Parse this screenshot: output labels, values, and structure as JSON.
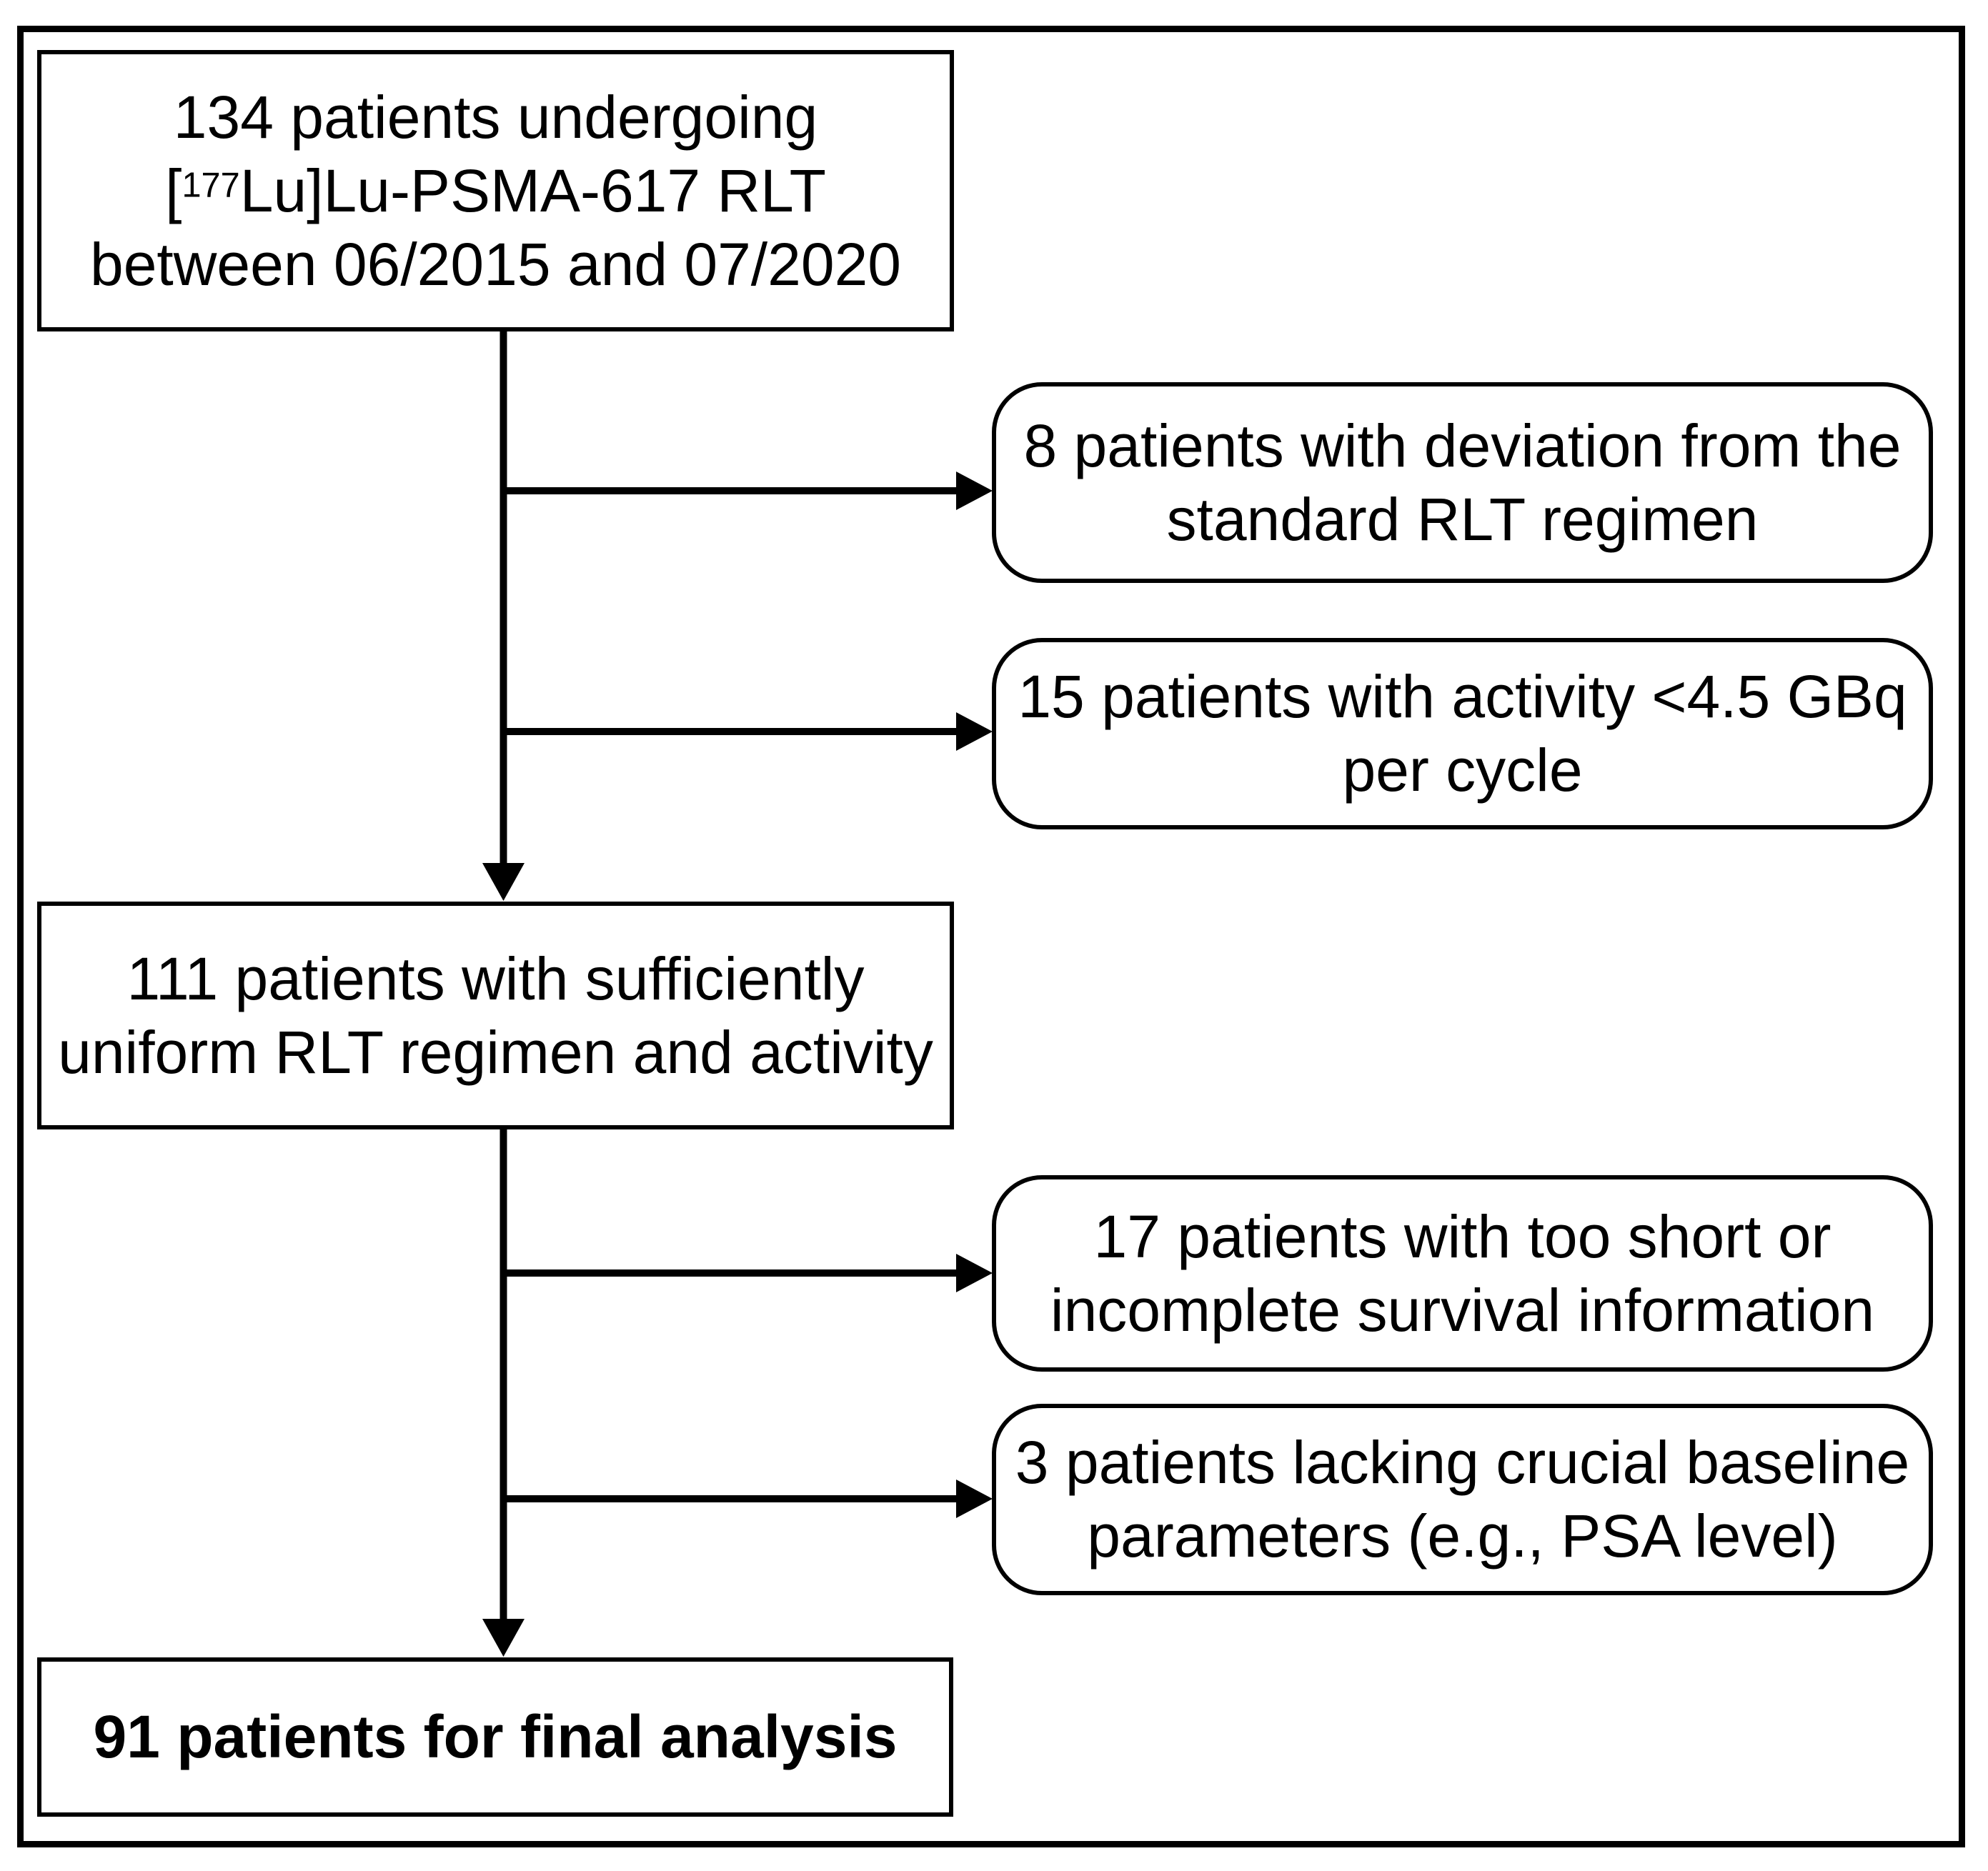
{
  "colors": {
    "ink": "#000000",
    "paper": "#ffffff"
  },
  "flowchart": {
    "top_box": {
      "line1": "134 patients undergoing",
      "line2_prefix": "[",
      "line2_sup": "177",
      "line2_rest": "Lu]Lu-PSMA-617 RLT",
      "line3": "between 06/2015 and 07/2020"
    },
    "exclusions": [
      {
        "line1": "8 patients with deviation from the",
        "line2": "standard RLT regimen"
      },
      {
        "line1": "15 patients with activity <4.5 GBq",
        "line2": "per cycle"
      },
      {
        "line1": "17 patients with too short or",
        "line2": "incomplete survival information"
      },
      {
        "line1": "3 patients lacking crucial baseline",
        "line2": "parameters (e.g., PSA level)"
      }
    ],
    "middle_box": {
      "line1": "111 patients with sufficiently",
      "line2": "uniform RLT regimen and activity"
    },
    "final_box": {
      "text": "91 patients for final analysis"
    }
  }
}
